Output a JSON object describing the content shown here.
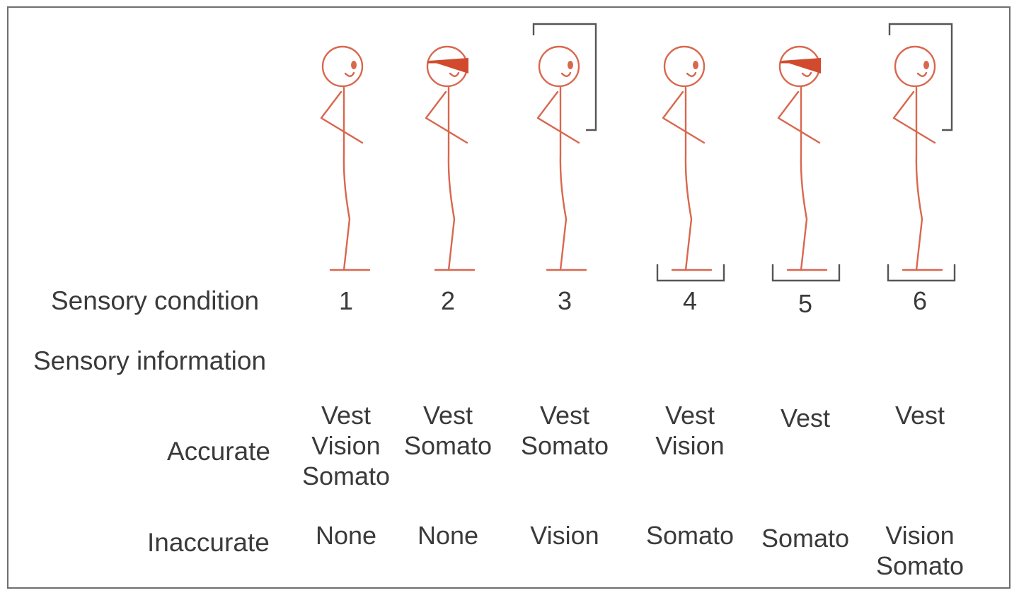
{
  "row_labels": {
    "condition": "Sensory condition",
    "information": "Sensory information",
    "accurate": "Accurate",
    "inaccurate": "Inaccurate"
  },
  "conditions": [
    {
      "number": "1",
      "accurate": "Vest\nVision\nSomato",
      "inaccurate": "None",
      "blindfold": false,
      "visual_surround": false,
      "sway_platform": false
    },
    {
      "number": "2",
      "accurate": "Vest\nSomato",
      "inaccurate": "None",
      "blindfold": true,
      "visual_surround": false,
      "sway_platform": false
    },
    {
      "number": "3",
      "accurate": "Vest\nSomato",
      "inaccurate": "Vision",
      "blindfold": false,
      "visual_surround": true,
      "sway_platform": false
    },
    {
      "number": "4",
      "accurate": "Vest\nVision",
      "inaccurate": "Somato",
      "blindfold": false,
      "visual_surround": false,
      "sway_platform": true
    },
    {
      "number": "5",
      "accurate": "Vest",
      "inaccurate": "Somato",
      "blindfold": true,
      "visual_surround": false,
      "sway_platform": true
    },
    {
      "number": "6",
      "accurate": "Vest",
      "inaccurate": "Vision\nSomato",
      "blindfold": false,
      "visual_surround": true,
      "sway_platform": true
    }
  ],
  "colors": {
    "figure": "#d9674e",
    "blindfold": "#d14a2e",
    "apparatus": "#555555",
    "text": "#3a3a3a",
    "border": "#6e6e6e"
  }
}
